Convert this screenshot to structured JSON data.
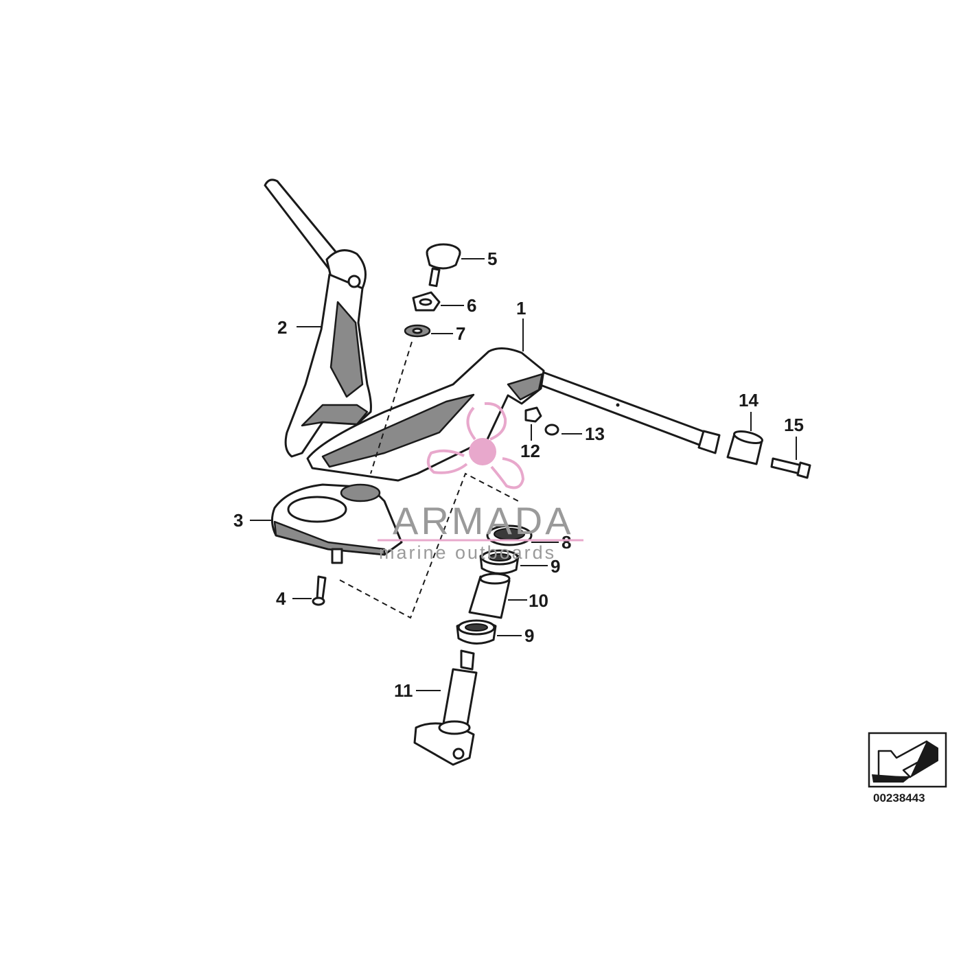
{
  "callouts": [
    {
      "id": "1",
      "label": "1"
    },
    {
      "id": "2",
      "label": "2"
    },
    {
      "id": "3",
      "label": "3"
    },
    {
      "id": "4",
      "label": "4"
    },
    {
      "id": "5",
      "label": "5"
    },
    {
      "id": "6",
      "label": "6"
    },
    {
      "id": "7",
      "label": "7"
    },
    {
      "id": "8",
      "label": "8"
    },
    {
      "id": "9a",
      "label": "9"
    },
    {
      "id": "9b",
      "label": "9"
    },
    {
      "id": "10",
      "label": "10"
    },
    {
      "id": "11",
      "label": "11"
    },
    {
      "id": "12",
      "label": "12"
    },
    {
      "id": "13",
      "label": "13"
    },
    {
      "id": "14",
      "label": "14"
    },
    {
      "id": "15",
      "label": "15"
    }
  ],
  "watermark": {
    "brand": "ARMADA",
    "tagline": "marine outboards",
    "color": "#e8a8cc"
  },
  "reference": {
    "code": "00238443",
    "icon": "direction-arrow-icon"
  }
}
